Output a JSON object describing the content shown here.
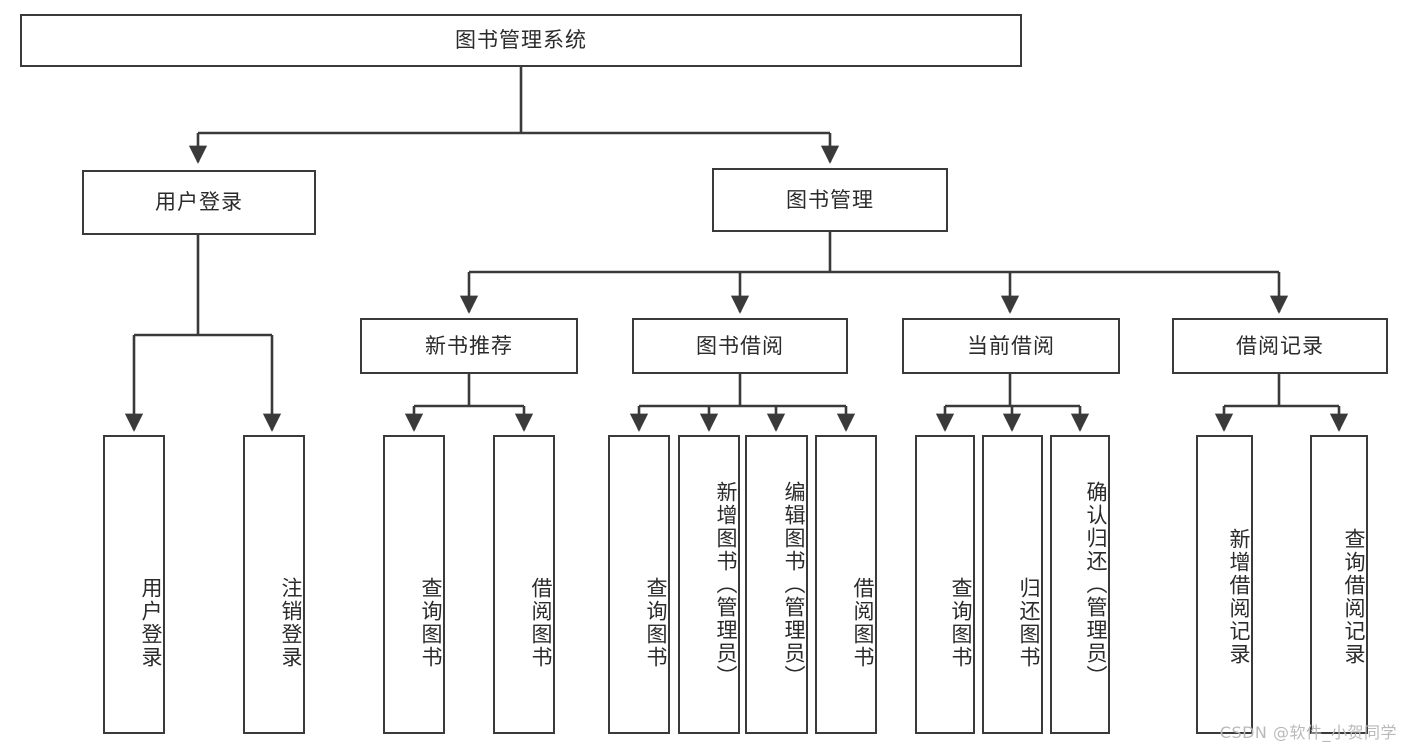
{
  "diagram": {
    "title": "图书管理系统",
    "watermark": "CSDN @软件_小贺同学",
    "line_color": "#3a3a3a",
    "box_fill": "#ffffff",
    "text_color": "#2b2b2b",
    "root": {
      "id": "root",
      "label": "图书管理系统",
      "orientation": "horizontal"
    },
    "level2": [
      {
        "id": "user-login",
        "label": "用户登录",
        "orientation": "horizontal"
      },
      {
        "id": "book-management",
        "label": "图书管理",
        "orientation": "horizontal"
      }
    ],
    "level3": [
      {
        "id": "new-book-recommend",
        "label": "新书推荐",
        "orientation": "horizontal",
        "parent": "book-management"
      },
      {
        "id": "book-borrow",
        "label": "图书借阅",
        "orientation": "horizontal",
        "parent": "book-management"
      },
      {
        "id": "current-borrow",
        "label": "当前借阅",
        "orientation": "horizontal",
        "parent": "book-management"
      },
      {
        "id": "borrow-record",
        "label": "借阅记录",
        "orientation": "horizontal",
        "parent": "book-management"
      }
    ],
    "leaves": [
      {
        "id": "leaf-user-login",
        "label": "用户登录",
        "parent": "user-login",
        "orientation": "vertical"
      },
      {
        "id": "leaf-user-logout",
        "label": "注销登录",
        "parent": "user-login",
        "orientation": "vertical"
      },
      {
        "id": "leaf-query-book-1",
        "label": "查询图书",
        "parent": "new-book-recommend",
        "orientation": "vertical"
      },
      {
        "id": "leaf-borrow-book-1",
        "label": "借阅图书",
        "parent": "new-book-recommend",
        "orientation": "vertical"
      },
      {
        "id": "leaf-query-book-2",
        "label": "查询图书",
        "parent": "book-borrow",
        "orientation": "vertical"
      },
      {
        "id": "leaf-add-book",
        "label": "新增图书（管理员）",
        "parent": "book-borrow",
        "orientation": "vertical"
      },
      {
        "id": "leaf-edit-book",
        "label": "编辑图书（管理员）",
        "parent": "book-borrow",
        "orientation": "vertical"
      },
      {
        "id": "leaf-borrow-book-2",
        "label": "借阅图书",
        "parent": "book-borrow",
        "orientation": "vertical"
      },
      {
        "id": "leaf-query-book-3",
        "label": "查询图书",
        "parent": "current-borrow",
        "orientation": "vertical"
      },
      {
        "id": "leaf-return-book",
        "label": "归还图书",
        "parent": "current-borrow",
        "orientation": "vertical"
      },
      {
        "id": "leaf-confirm-return",
        "label": "确认归还（管理员）",
        "parent": "current-borrow",
        "orientation": "vertical"
      },
      {
        "id": "leaf-add-record",
        "label": "新增借阅记录",
        "parent": "borrow-record",
        "orientation": "vertical"
      },
      {
        "id": "leaf-query-record",
        "label": "查询借阅记录",
        "parent": "borrow-record",
        "orientation": "vertical"
      }
    ]
  }
}
